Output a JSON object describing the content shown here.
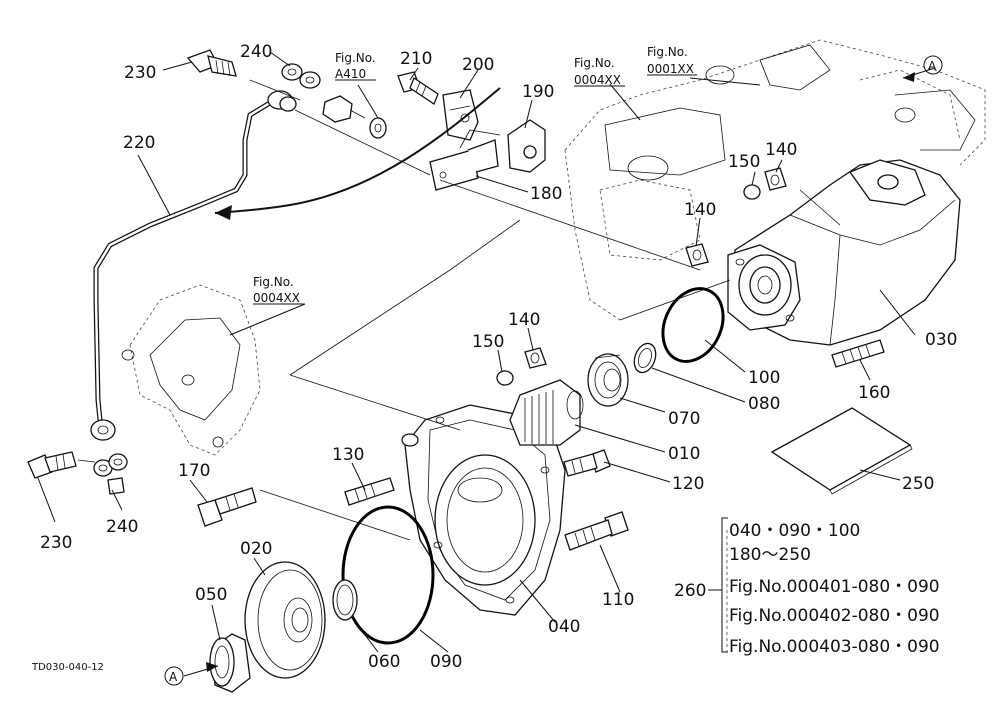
{
  "diagram": {
    "code": "TD030-040-12",
    "callouts": {
      "p230a": "230",
      "p240a": "240",
      "p210": "210",
      "p200": "200",
      "p190": "190",
      "p180": "180",
      "p220": "220",
      "p150a": "150",
      "p140a": "140",
      "p140b": "140",
      "p140c": "140",
      "p150b": "150",
      "p030": "030",
      "p100": "100",
      "p080": "080",
      "p070": "070",
      "p160": "160",
      "p010": "010",
      "p130": "130",
      "p120": "120",
      "p170": "170",
      "p230b": "230",
      "p240b": "240",
      "p250": "250",
      "p110": "110",
      "p020": "020",
      "p050": "050",
      "p040": "040",
      "p060": "060",
      "p090": "090",
      "p260": "260",
      "refA1": "A",
      "refA2": "A"
    },
    "fig_refs": {
      "a410_title": "Fig.No.",
      "a410": "A410",
      "f0004_top_title": "Fig.No.",
      "f0004_top": "0004XX",
      "f0001_title": "Fig.No.",
      "f0001": "0001XX",
      "f0004_left_title": "Fig.No.",
      "f0004_left": "0004XX"
    },
    "kit": {
      "line1": "040・090・100",
      "line2": "180～250",
      "line3": "Fig.No.000401-080・090",
      "line4": "Fig.No.000402-080・090",
      "line5": "Fig.No.000403-080・090"
    }
  }
}
